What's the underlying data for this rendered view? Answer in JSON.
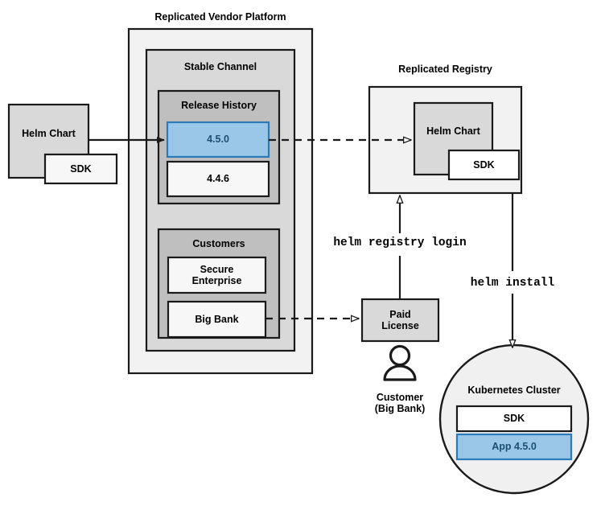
{
  "diagram": {
    "title_vendor_platform": "Replicated Vendor Platform",
    "title_registry": "Replicated Registry",
    "source_chart": {
      "label": "Helm Chart",
      "sdk_label": "SDK"
    },
    "vendor_platform": {
      "channel_label": "Stable Channel",
      "release_history": {
        "label": "Release History",
        "releases": [
          {
            "version": "4.5.0",
            "highlighted": true
          },
          {
            "version": "4.4.6",
            "highlighted": false
          }
        ]
      },
      "customers": {
        "label": "Customers",
        "entries": [
          {
            "name": "Secure\nEnterprise",
            "line1": "Secure",
            "line2": "Enterprise"
          },
          {
            "name": "Big Bank",
            "line1": "Big Bank",
            "line2": ""
          }
        ]
      }
    },
    "registry": {
      "chart_label": "Helm Chart",
      "sdk_label": "SDK"
    },
    "paid_license": {
      "line1": "Paid",
      "line2": "License"
    },
    "customer_actor": {
      "line1": "Customer",
      "line2": "(Big Bank)"
    },
    "cluster": {
      "label": "Kubernetes Cluster",
      "items": [
        {
          "label": "SDK",
          "highlighted": false
        },
        {
          "label": "App 4.5.0",
          "highlighted": true
        }
      ]
    },
    "commands": {
      "registry_login": "helm registry login",
      "install": "helm install"
    },
    "colors": {
      "highlight_fill": "#9ac7e8",
      "highlight_stroke": "#2d7ab8",
      "highlight_text": "#1c4f72",
      "stroke": "#1a1a1a",
      "fill_light": "#f2f2f2",
      "fill_mid": "#d9d9d9",
      "fill_dark": "#bfbfbf",
      "white": "#ffffff"
    },
    "icons": {
      "person": "person-icon",
      "arrow_solid": "arrow-solid-icon",
      "arrow_dashed": "arrow-dashed-icon"
    }
  }
}
